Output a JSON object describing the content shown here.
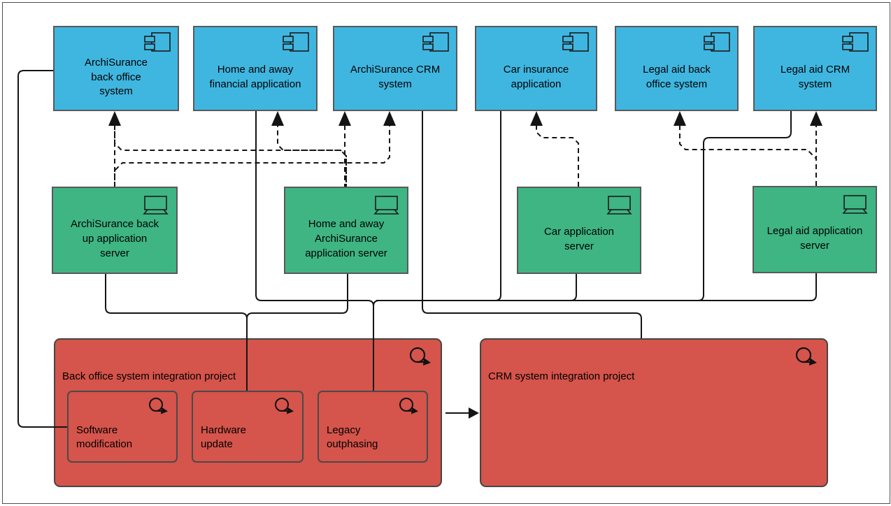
{
  "applications": [
    {
      "label": "ArchiSurance back office system"
    },
    {
      "label": "Home and away financial application"
    },
    {
      "label": "ArchiSurance CRM system"
    },
    {
      "label": "Car insurance application"
    },
    {
      "label": "Legal aid back office system"
    },
    {
      "label": "Legal aid CRM system"
    }
  ],
  "servers": [
    {
      "label": "ArchiSurance back up application server"
    },
    {
      "label": "Home and away ArchiSurance application server"
    },
    {
      "label": "Car application server"
    },
    {
      "label": "Legal aid application server"
    }
  ],
  "projects": [
    {
      "label": "Back office system integration project",
      "work_packages": [
        {
          "label": "Software modification"
        },
        {
          "label": "Hardware update"
        },
        {
          "label": "Legacy outphasing"
        }
      ]
    },
    {
      "label": "CRM system integration project"
    }
  ],
  "relationships": [
    {
      "from": "ArchiSurance back up application server",
      "to": "ArchiSurance back office system",
      "type": "dashed-arrow"
    },
    {
      "from": "ArchiSurance back up application server",
      "to": "ArchiSurance CRM system",
      "type": "dashed-arrow"
    },
    {
      "from": "Home and away ArchiSurance application server",
      "to": "ArchiSurance back office system",
      "type": "dashed-arrow"
    },
    {
      "from": "Home and away ArchiSurance application server",
      "to": "Home and away financial application",
      "type": "dashed-arrow"
    },
    {
      "from": "Home and away ArchiSurance application server",
      "to": "ArchiSurance CRM system",
      "type": "dashed-arrow"
    },
    {
      "from": "Car application server",
      "to": "Car insurance application",
      "type": "dashed-arrow"
    },
    {
      "from": "Legal aid application server",
      "to": "Legal aid back office system",
      "type": "dashed-arrow"
    },
    {
      "from": "Legal aid application server",
      "to": "Legal aid CRM system",
      "type": "dashed-arrow"
    },
    {
      "from": "ArchiSurance back office system",
      "to": "Software modification",
      "type": "line"
    },
    {
      "from": "Home and away financial application",
      "to": "Legacy outphasing",
      "type": "line"
    },
    {
      "from": "Car insurance application",
      "to": "Legacy outphasing",
      "type": "line"
    },
    {
      "from": "Legal aid CRM system",
      "to": "Legacy outphasing",
      "type": "line"
    },
    {
      "from": "Car application server",
      "to": "Legacy outphasing",
      "type": "line"
    },
    {
      "from": "Legal aid application server",
      "to": "Legacy outphasing",
      "type": "line"
    },
    {
      "from": "ArchiSurance back up application server",
      "to": "Hardware update",
      "type": "line"
    },
    {
      "from": "Home and away ArchiSurance application server",
      "to": "Hardware update",
      "type": "line"
    },
    {
      "from": "ArchiSurance CRM system",
      "to": "CRM system integration project",
      "type": "line"
    },
    {
      "from": "Back office system integration project",
      "to": "CRM system integration project",
      "type": "solid-arrow"
    }
  ],
  "colors": {
    "application": "#3fb6e0",
    "server": "#3eb583",
    "work_package": "#d5544b",
    "line": "#141414",
    "border": "#595959"
  },
  "icons": {
    "application": "component-icon",
    "server": "device-icon",
    "project": "work-package-icon"
  }
}
